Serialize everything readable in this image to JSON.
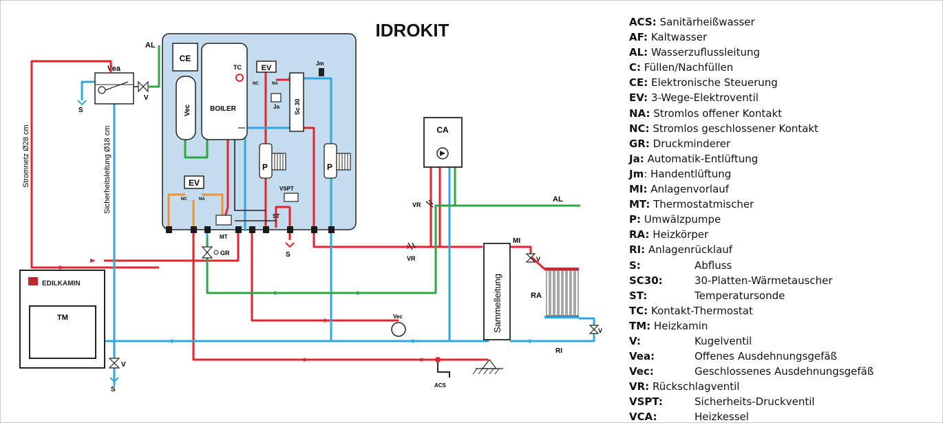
{
  "title": "IDROKIT",
  "labels": {
    "AL_top": "AL",
    "Vea": "Vea",
    "V": "V",
    "S": "S",
    "CE": "CE",
    "Vec": "Vec",
    "BOILER": "BOILER",
    "TC": "TC",
    "EV": "EV",
    "NC": "NC",
    "NA": "NA",
    "Ja": "Ja",
    "Jm": "Jm",
    "Sc30": "Sc 30",
    "P": "P",
    "VSPT": "VSPT",
    "ST": "ST",
    "MT": "MT",
    "GR": "GR",
    "CA": "CA",
    "VR": "VR",
    "AL_right": "AL",
    "MI": "MI",
    "RA": "RA",
    "RI": "RI",
    "Sammelleitung": "Sammelleitung",
    "TM": "TM",
    "ACS": "ACS",
    "Stromnetz": "Stromnetz Ø28 cm",
    "Sicherheitsleitung": "Sicherheitsleitung Ø18 cm",
    "brand": "EDILKAMIN"
  },
  "legend": [
    {
      "code": "ACS:",
      "desc": "Sanitärheißwasser",
      "wide": false
    },
    {
      "code": "AF:",
      "desc": "Kaltwasser",
      "wide": false
    },
    {
      "code": "AL:",
      "desc": "Wasserzuflussleitung",
      "wide": false
    },
    {
      "code": "C:",
      "desc": "Füllen/Nachfüllen",
      "wide": false
    },
    {
      "code": "CE:",
      "desc": "Elektronische Steuerung",
      "wide": false
    },
    {
      "code": "EV:",
      "desc": "3-Wege-Elektroventil",
      "wide": false
    },
    {
      "code": "NA:",
      "desc": "Stromlos offener Kontakt",
      "wide": false
    },
    {
      "code": "NC:",
      "desc": "Stromlos geschlossener Kontakt",
      "wide": false
    },
    {
      "code": "GR:",
      "desc": "Druckminderer",
      "wide": false
    },
    {
      "code": "Ja:",
      "desc": "Automatik-Entlüftung",
      "wide": false
    },
    {
      "code": "Jm",
      "desc": ": Handentlüftung",
      "wide": false
    },
    {
      "code": "MI:",
      "desc": "Anlagenvorlauf",
      "wide": false
    },
    {
      "code": "MT:",
      "desc": "Thermostatmischer",
      "wide": false
    },
    {
      "code": "P:",
      "desc": "Umwälzpumpe",
      "wide": false
    },
    {
      "code": "RA:",
      "desc": "Heizkörper",
      "wide": false
    },
    {
      "code": "RI:",
      "desc": "Anlagenrücklauf",
      "wide": false
    },
    {
      "code": "S:",
      "desc": "Abfluss",
      "wide": true
    },
    {
      "code": "SC30:",
      "desc": "30-Platten-Wärmetauscher",
      "wide": true
    },
    {
      "code": "ST:",
      "desc": "Temperatursonde",
      "wide": true
    },
    {
      "code": "TC:",
      "desc": "Kontakt-Thermostat",
      "wide": false
    },
    {
      "code": "TM:",
      "desc": "Heizkamin",
      "wide": false
    },
    {
      "code": "V:",
      "desc": "Kugelventil",
      "wide": true
    },
    {
      "code": "Vea:",
      "desc": "Offenes Ausdehnungsgefäß",
      "wide": true
    },
    {
      "code": "Vec:",
      "desc": "Geschlossenes Ausdehnungsgefäß",
      "wide": true
    },
    {
      "code": "VR:",
      "desc": "Rückschlagventil",
      "wide": false
    },
    {
      "code": "VSPT:",
      "desc": "Sicherheits-Druckventil",
      "wide": true
    },
    {
      "code": "VCA:",
      "desc": "Heizkessel",
      "wide": true
    }
  ],
  "colors": {
    "hot": "#e2232e",
    "cold": "#2ea7dd",
    "green": "#2fa545",
    "orange": "#f0922e",
    "panel": "#c5dcef",
    "line": "#222222"
  }
}
